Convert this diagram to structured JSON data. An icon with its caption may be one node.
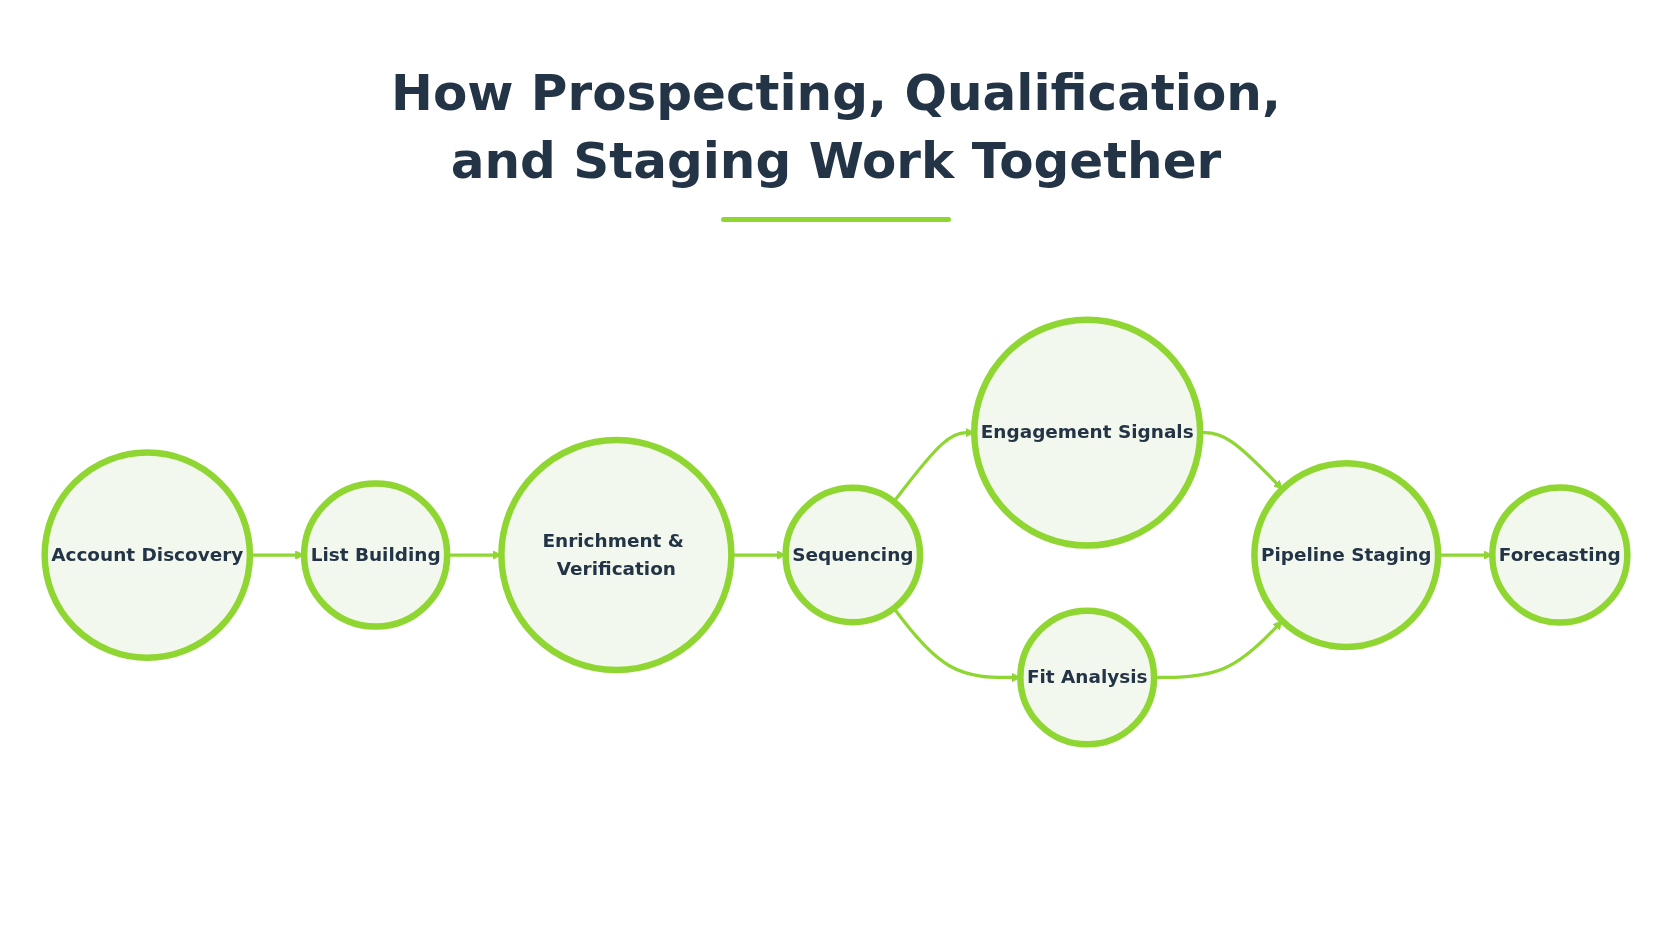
{
  "diagram": {
    "title": "How Prospecting, Qualification, and Staging Work Together",
    "nodes": [
      {
        "text": [
          "Account Discovery"
        ]
      },
      {
        "text": [
          "List Building"
        ]
      },
      {
        "text": [
          "Enrichment & Verification"
        ]
      },
      {
        "text": [
          "Sequencing"
        ]
      },
      {
        "text": [
          "Engagement Signals"
        ]
      },
      {
        "text": [
          "Fit Analysis"
        ]
      },
      {
        "text": [
          "Pipeline Staging"
        ]
      },
      {
        "text": [
          "Forecasting"
        ]
      }
    ],
    "edges": [
      {
        "from": 0,
        "to": 1,
        "arrow": "to"
      },
      {
        "from": 1,
        "to": 2,
        "arrow": "to"
      },
      {
        "from": 2,
        "to": 3,
        "arrow": "to"
      },
      {
        "from": 3,
        "to": 4,
        "arrow": "to"
      },
      {
        "from": 3,
        "to": 5,
        "arrow": "to"
      },
      {
        "from": 4,
        "to": 6,
        "arrow": "to"
      },
      {
        "from": 5,
        "to": 6,
        "arrow": "to"
      },
      {
        "from": 6,
        "to": 7,
        "arrow": "to"
      }
    ]
  }
}
